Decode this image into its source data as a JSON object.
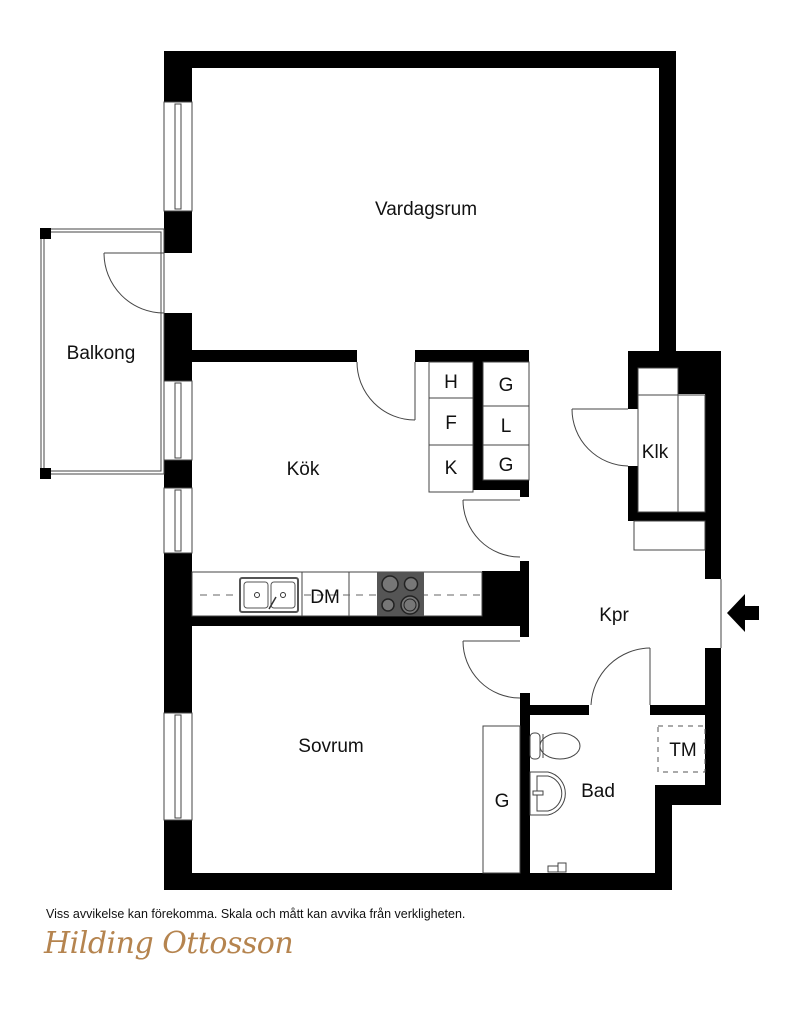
{
  "floorplan": {
    "rooms": [
      {
        "id": "vardagsrum",
        "label": "Vardagsrum"
      },
      {
        "id": "balkong",
        "label": "Balkong"
      },
      {
        "id": "kok",
        "label": "Kök"
      },
      {
        "id": "sovrum",
        "label": "Sovrum"
      },
      {
        "id": "kpr",
        "label": "Kpr"
      },
      {
        "id": "klk",
        "label": "Klk"
      },
      {
        "id": "bad",
        "label": "Bad"
      }
    ],
    "fixtures": {
      "kitchen_cabinets_left": [
        "H",
        "F",
        "K"
      ],
      "kitchen_cabinets_right": [
        "G",
        "L",
        "G"
      ],
      "dishwasher": "DM",
      "bedroom_wardrobe": "G",
      "washing_machine": "TM"
    },
    "entrance_icon": "entrance-arrow-icon",
    "colors": {
      "wall": "#000000",
      "line": "#555555",
      "stove": "#555555",
      "logo": "#b5844f"
    }
  },
  "footer": {
    "disclaimer": "Viss avvikelse kan förekomma. Skala och mått kan avvika från verkligheten.",
    "logo_text": "Hilding Ottosson"
  }
}
